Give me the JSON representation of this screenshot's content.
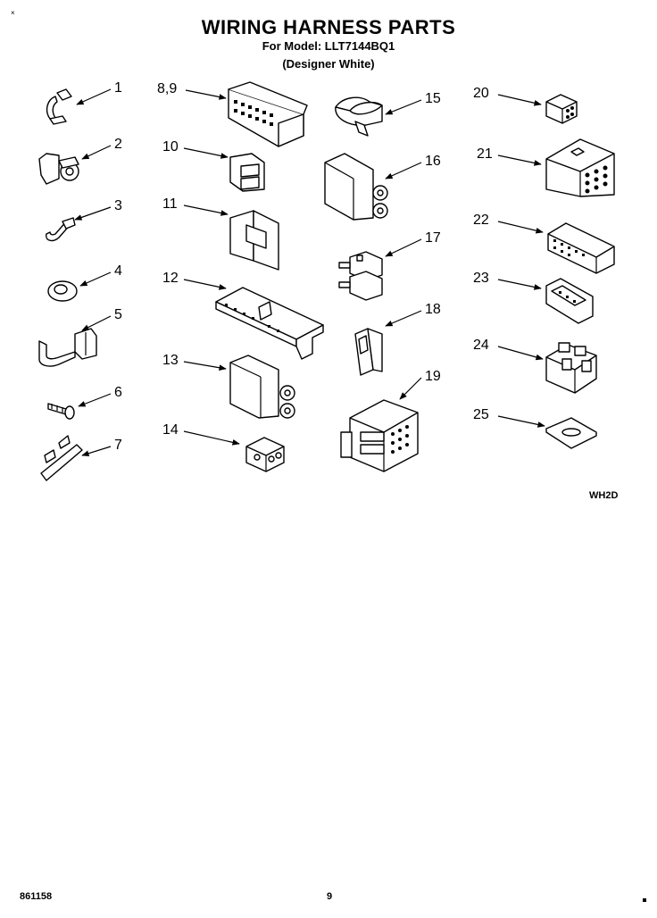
{
  "header": {
    "title": "WIRING HARNESS PARTS",
    "model_line": "For Model: LLT7144BQ1",
    "color_line": "(Designer White)",
    "corner_mark": "×"
  },
  "diagram_code": "WH2D",
  "footer": {
    "doc_number": "861158",
    "page_number": "9"
  },
  "parts": [
    {
      "ref": "1"
    },
    {
      "ref": "2"
    },
    {
      "ref": "3"
    },
    {
      "ref": "4"
    },
    {
      "ref": "5"
    },
    {
      "ref": "6"
    },
    {
      "ref": "7"
    },
    {
      "ref": "8,9"
    },
    {
      "ref": "10"
    },
    {
      "ref": "11"
    },
    {
      "ref": "12"
    },
    {
      "ref": "13"
    },
    {
      "ref": "14"
    },
    {
      "ref": "15"
    },
    {
      "ref": "16"
    },
    {
      "ref": "17"
    },
    {
      "ref": "18"
    },
    {
      "ref": "19"
    },
    {
      "ref": "20"
    },
    {
      "ref": "21"
    },
    {
      "ref": "22"
    },
    {
      "ref": "23"
    },
    {
      "ref": "24"
    },
    {
      "ref": "25"
    }
  ]
}
